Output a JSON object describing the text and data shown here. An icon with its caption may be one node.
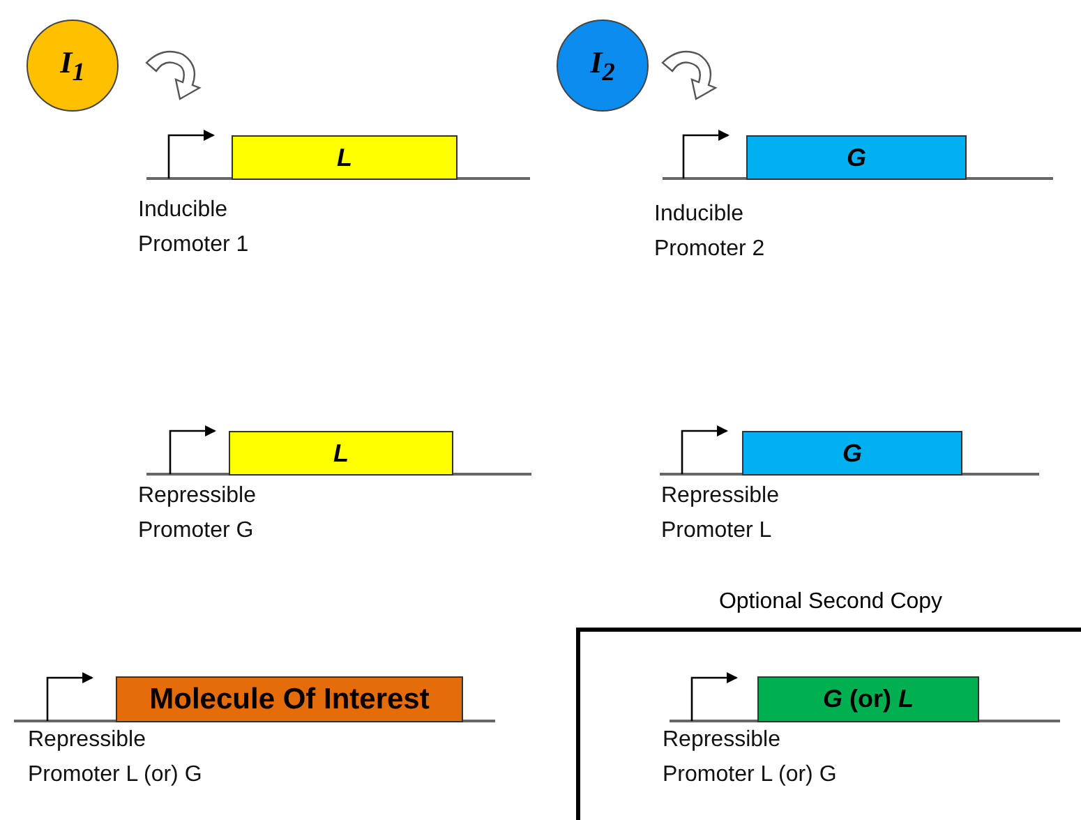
{
  "diagram": {
    "nodes": [
      {
        "text": [
          "I$_{1}$"
        ]
      },
      {
        "text": [
          "I$_{2}$"
        ]
      },
      {
        "text": [
          "L"
        ],
        "beside": [
          "Inducible Promoter 1"
        ]
      },
      {
        "text": [
          "G"
        ],
        "beside": [
          "Inducible Promoter 2"
        ]
      },
      {
        "text": [
          "L"
        ],
        "beside": [
          "Repressible Promoter G"
        ]
      },
      {
        "text": [
          "G"
        ],
        "beside": [
          "Repressible Promoter L"
        ]
      },
      {
        "text": [
          "Molecule Of Interest"
        ],
        "beside": [
          "Repressible Promoter L (or) G"
        ]
      },
      {
        "text": [
          "Optional Second Copy"
        ]
      },
      {
        "text": [
          "*G* (or) *L*"
        ],
        "in": 7,
        "beside": [
          "Repressible Promoter L (or) G"
        ]
      }
    ]
  }
}
